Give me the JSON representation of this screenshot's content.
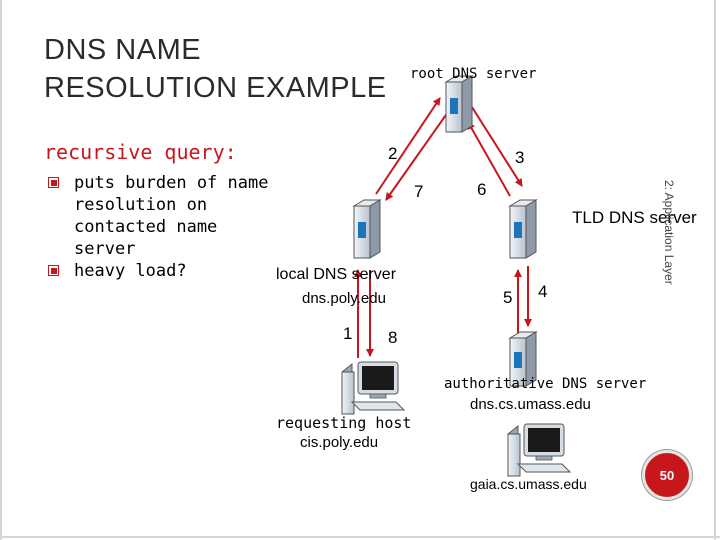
{
  "slide": {
    "title_line1": "DNS NAME",
    "title_line2": "RESOLUTION EXAMPLE",
    "subhead": "recursive query:",
    "bullets": [
      "puts burden of name resolution on contacted name server",
      "heavy load?"
    ],
    "side_caption": "2: Application Layer",
    "page_number": "50"
  },
  "diagram": {
    "root_server_label": "root DNS server",
    "tld_server_label": "TLD DNS server",
    "local_server_label": "local DNS server",
    "local_server_host": "dns.poly.edu",
    "auth_server_label": "authoritative DNS server",
    "auth_server_host": "dns.cs.umass.edu",
    "requesting_host_label": "requesting host",
    "requesting_host_name": "cis.poly.edu",
    "target_host_name": "gaia.cs.umass.edu",
    "steps": [
      "1",
      "2",
      "3",
      "4",
      "5",
      "6",
      "7",
      "8"
    ]
  },
  "colors": {
    "arrow": "#c8161d",
    "accent": "#c8161d",
    "server_body": "#d9e1ea",
    "server_slot": "#1b75b8"
  }
}
